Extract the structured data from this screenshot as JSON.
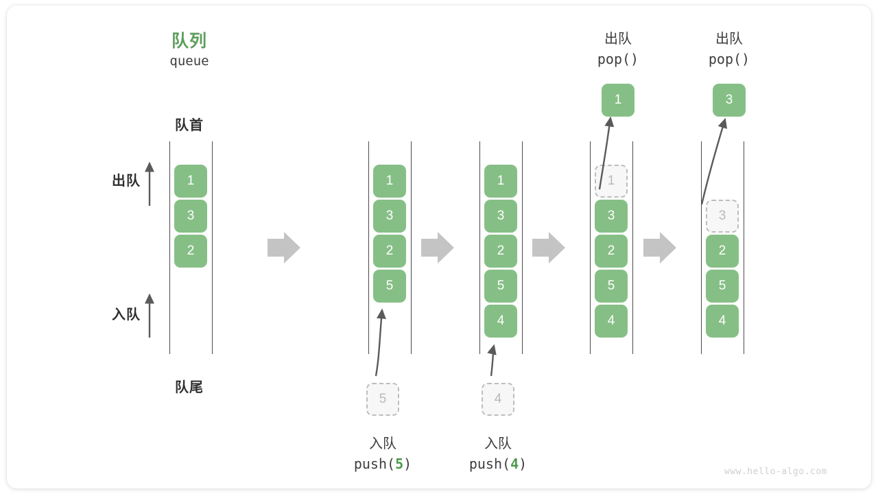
{
  "diagram": {
    "title_cn": "队列",
    "title_code": "queue",
    "head_label": "队首",
    "tail_label": "队尾",
    "dequeue_label": "出队",
    "enqueue_label": "入队",
    "watermark": "www.hello-algo.com",
    "colors": {
      "element": "#86bf86",
      "element_text": "#ffffff",
      "ghost_fill": "#f7f7f7",
      "ghost_border": "#bdbdbd",
      "ghost_text": "#b9b9b9",
      "accent_green": "#5d9e5d",
      "arrow_gray": "#5a5a5a",
      "step_arrow": "#c4c4c4",
      "rail": "#4a4a4a",
      "text_dark": "#2f2f2f"
    }
  },
  "states": [
    {
      "name": "initial",
      "items": [
        {
          "value": "1",
          "ghost": false
        },
        {
          "value": "3",
          "ghost": false
        },
        {
          "value": "2",
          "ghost": false
        }
      ]
    },
    {
      "name": "after-push-5",
      "items": [
        {
          "value": "1",
          "ghost": false
        },
        {
          "value": "3",
          "ghost": false
        },
        {
          "value": "2",
          "ghost": false
        },
        {
          "value": "5",
          "ghost": false
        }
      ]
    },
    {
      "name": "after-push-4",
      "items": [
        {
          "value": "1",
          "ghost": false
        },
        {
          "value": "3",
          "ghost": false
        },
        {
          "value": "2",
          "ghost": false
        },
        {
          "value": "5",
          "ghost": false
        },
        {
          "value": "4",
          "ghost": false
        }
      ]
    },
    {
      "name": "after-pop-1",
      "items": [
        {
          "value": "1",
          "ghost": true
        },
        {
          "value": "3",
          "ghost": false
        },
        {
          "value": "2",
          "ghost": false
        },
        {
          "value": "5",
          "ghost": false
        },
        {
          "value": "4",
          "ghost": false
        }
      ]
    },
    {
      "name": "after-pop-3",
      "items": [
        {
          "value": "",
          "ghost": null
        },
        {
          "value": "3",
          "ghost": true
        },
        {
          "value": "2",
          "ghost": false
        },
        {
          "value": "5",
          "ghost": false
        },
        {
          "value": "4",
          "ghost": false
        }
      ]
    }
  ],
  "operations": {
    "push_5": {
      "cn": "入队",
      "code_prefix": "push(",
      "code_arg": "5",
      "code_suffix": ")",
      "incoming_value": "5"
    },
    "push_4": {
      "cn": "入队",
      "code_prefix": "push(",
      "code_arg": "4",
      "code_suffix": ")",
      "incoming_value": "4"
    },
    "pop_1": {
      "cn": "出队",
      "code": "pop()",
      "popped_value": "1"
    },
    "pop_3": {
      "cn": "出队",
      "code": "pop()",
      "popped_value": "3"
    }
  }
}
